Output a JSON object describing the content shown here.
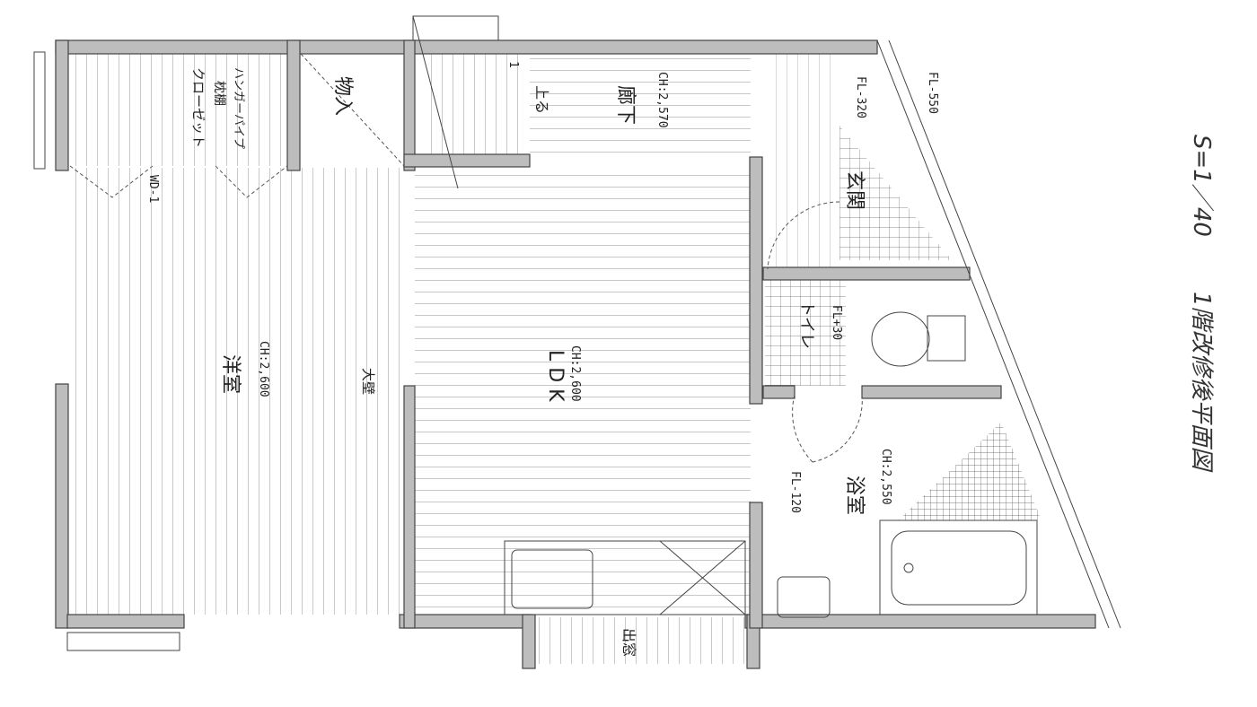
{
  "title": {
    "main": "1階改修後平面図",
    "scale": "S=1／40"
  },
  "rooms": {
    "western": {
      "name": "洋室",
      "ch": "CH:2,600",
      "wall_note": "大壁"
    },
    "ldk": {
      "name": "L D K",
      "ch": "CH:2,600"
    },
    "hall": {
      "name": "廊下",
      "ch": "CH:2,570",
      "stairs": "上る",
      "step": "1"
    },
    "storage": {
      "name": "物入"
    },
    "closet": {
      "name": "クローゼット",
      "shelf": "枕棚",
      "pipe": "ハンガーパイプ",
      "door": "WD-1"
    },
    "entrance": {
      "name": "玄関",
      "fl1": "FL-320",
      "fl2": "FL-550"
    },
    "toilet": {
      "name": "トイレ",
      "fl": "FL+30"
    },
    "bath": {
      "name": "浴室",
      "ch": "CH:2,550",
      "fl": "FL-120"
    },
    "bay": {
      "name": "出窓"
    }
  }
}
